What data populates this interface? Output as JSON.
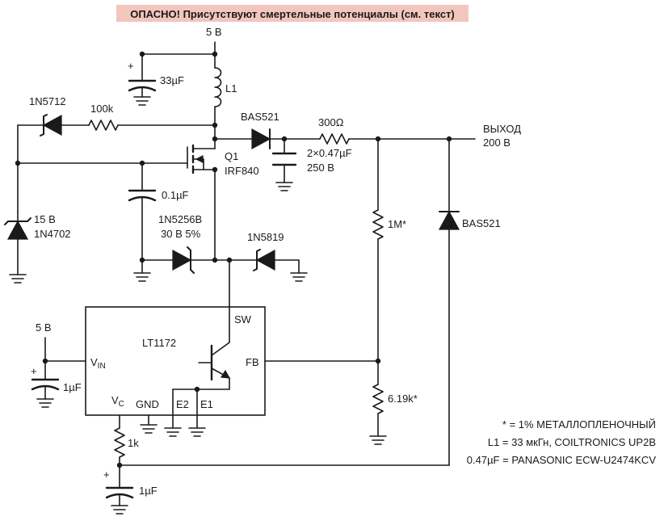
{
  "warning_banner": {
    "text": "ОПАСНО! Присутствуют смертельные потенциалы (см. текст)",
    "bg_color": "#f2c6bd"
  },
  "labels": {
    "supply_top": "5 В",
    "cap_33": "33µF",
    "plus": "+",
    "inductor": "L1",
    "diode_1n5712": "1N5712",
    "res_100k": "100k",
    "diode_bas521_top": "BAS521",
    "res_300": "300Ω",
    "output_title": "ВЫХОД",
    "output_voltage": "200 В",
    "cap_047": "2×0.47µF",
    "cap_047_voltage": "250 В",
    "q1_name": "Q1",
    "q1_part": "IRF840",
    "cap_01": "0.1µF",
    "zener_15v": "15 В",
    "zener_15v_part": "1N4702",
    "zener_1n5256": "1N5256B",
    "zener_1n5256_rating": "30 В 5%",
    "diode_1n5819": "1N5819",
    "res_1m": "1M*",
    "diode_bas521_right": "BAS521",
    "ic_name": "LT1172",
    "pin_sw": "SW",
    "pin_vin": "V",
    "pin_vin_sub": "IN",
    "pin_fb": "FB",
    "pin_vc": "V",
    "pin_vc_sub": "C",
    "pin_gnd": "GND",
    "pin_e2": "E2",
    "pin_e1": "E1",
    "supply_left": "5 В",
    "cap_1uf_left": "1µF",
    "res_619k": "6.19k*",
    "res_1k": "1k",
    "cap_1uf_bottom": "1µF"
  },
  "notes": [
    "* = 1% МЕТАЛЛОПЛЕНОЧНЫЙ",
    "L1 = 33 мкГн, COILTRONICS UP2B",
    "0.47µF = PANASONIC ECW-U2474KCV"
  ]
}
